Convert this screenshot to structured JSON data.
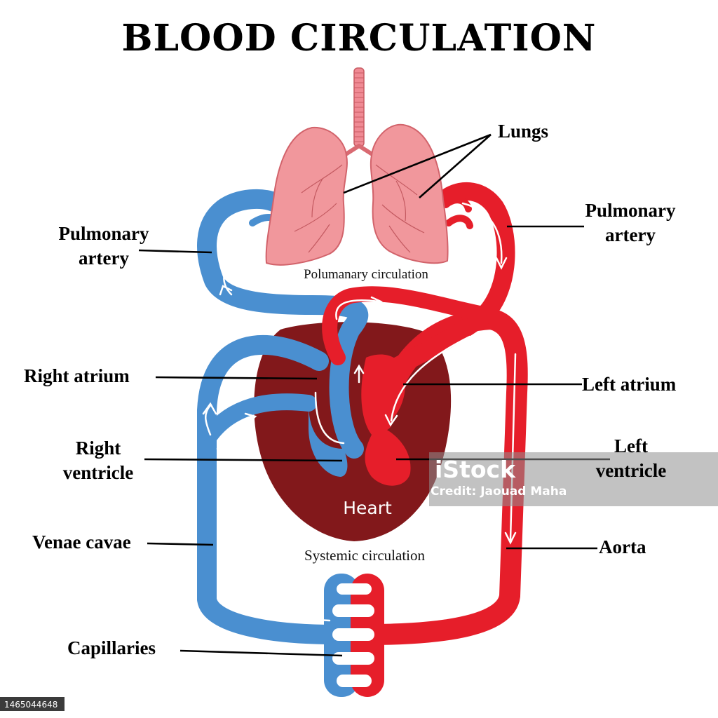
{
  "title": "BLOOD CIRCULATION",
  "labels": {
    "lungs": "Lungs",
    "pulmonary_artery_left_line1": "Pulmonary",
    "pulmonary_artery_left_line2": "artery",
    "pulmonary_artery_right_line1": "Pulmonary",
    "pulmonary_artery_right_line2": "artery",
    "right_atrium": "Right atrium",
    "left_atrium": "Left atrium",
    "right_ventricle_line1": "Right",
    "right_ventricle_line2": "ventricle",
    "left_ventricle_line1": "Left",
    "left_ventricle_line2": "ventricle",
    "venae_cavae": "Venae cavae",
    "aorta": "Aorta",
    "capillaries": "Capillaries",
    "heart": "Heart"
  },
  "regions": {
    "pulmonary": "Polumanary circulation",
    "systemic": "Systemic circulation"
  },
  "watermark": {
    "brand": "iStock",
    "credit": "Credit: Jaouad Maha"
  },
  "stock_id": "1465044648",
  "colors": {
    "deoxygenated_blood": "#4a8fd0",
    "oxygenated_blood": "#e61e2a",
    "heart": "#82181b",
    "lungs": "#f1979c"
  }
}
